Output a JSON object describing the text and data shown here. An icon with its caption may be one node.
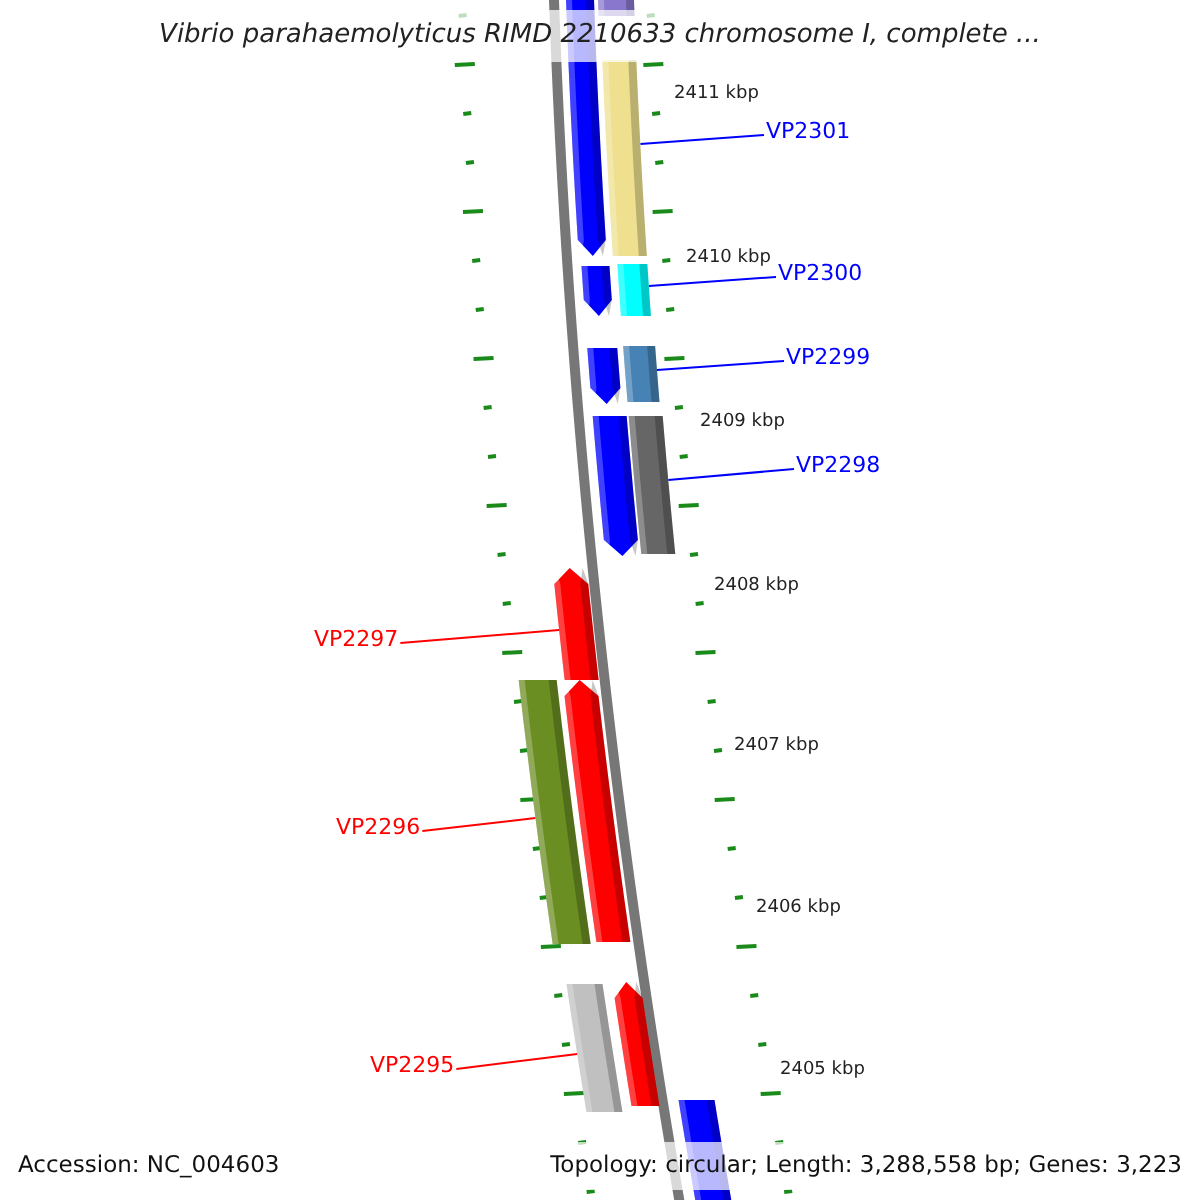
{
  "diagram": {
    "title": "Vibrio parahaemolyticus RIMD 2210633 chromosome I, complete ...",
    "nodes": [
      {
        "text": [
          "VP2301"
        ]
      },
      {
        "text": [],
        "shape": "bar"
      },
      {
        "text": [
          "VP2300"
        ]
      },
      {
        "text": [],
        "shape": "bar"
      },
      {
        "text": [
          "VP2299"
        ]
      },
      {
        "text": [],
        "shape": "bar"
      },
      {
        "text": [
          "VP2298"
        ]
      },
      {
        "text": [],
        "shape": "bar"
      },
      {
        "text": [
          "VP2297"
        ]
      },
      {
        "text": [],
        "shape": "arrow"
      },
      {
        "text": [
          "VP2296"
        ]
      },
      {
        "text": [],
        "shape": "bar"
      },
      {
        "text": [
          "VP2295"
        ]
      },
      {
        "text": [],
        "shape": "bar"
      },
      {
        "text": [],
        "shape": "bar"
      },
      {
        "text": [],
        "shape": "arrow"
      },
      {
        "text": [],
        "shape": "arrow"
      },
      {
        "text": [],
        "shape": "arrow"
      },
      {
        "text": [],
        "shape": "arrow"
      },
      {
        "text": [],
        "shape": "arrow"
      },
      {
        "text": [],
        "shape": "arrow"
      },
      {
        "text": [],
        "shape": "bar"
      }
    ],
    "edges": [
      {
        "from": 0,
        "to": 1,
        "arrow": "none"
      },
      {
        "from": 2,
        "to": 3,
        "arrow": "none"
      },
      {
        "from": 4,
        "to": 5,
        "arrow": "none"
      },
      {
        "from": 6,
        "to": 7,
        "arrow": "none"
      },
      {
        "from": 8,
        "to": 9,
        "arrow": "none",
        "color": "#ff0000"
      },
      {
        "from": 10,
        "to": 11,
        "arrow": "none",
        "color": "#ff0000"
      },
      {
        "from": 12,
        "to": 13,
        "arrow": "none",
        "color": "#ff0000"
      }
    ],
    "labels": [
      "2411 kbp",
      "2410 kbp",
      "2409 kbp",
      "2408 kbp",
      "2407 kbp",
      "2406 kbp",
      "2405 kbp",
      "Accession: NC_004603",
      "Topology: circular; Length: 3,288,558 bp; Genes: 3,223"
    ]
  }
}
